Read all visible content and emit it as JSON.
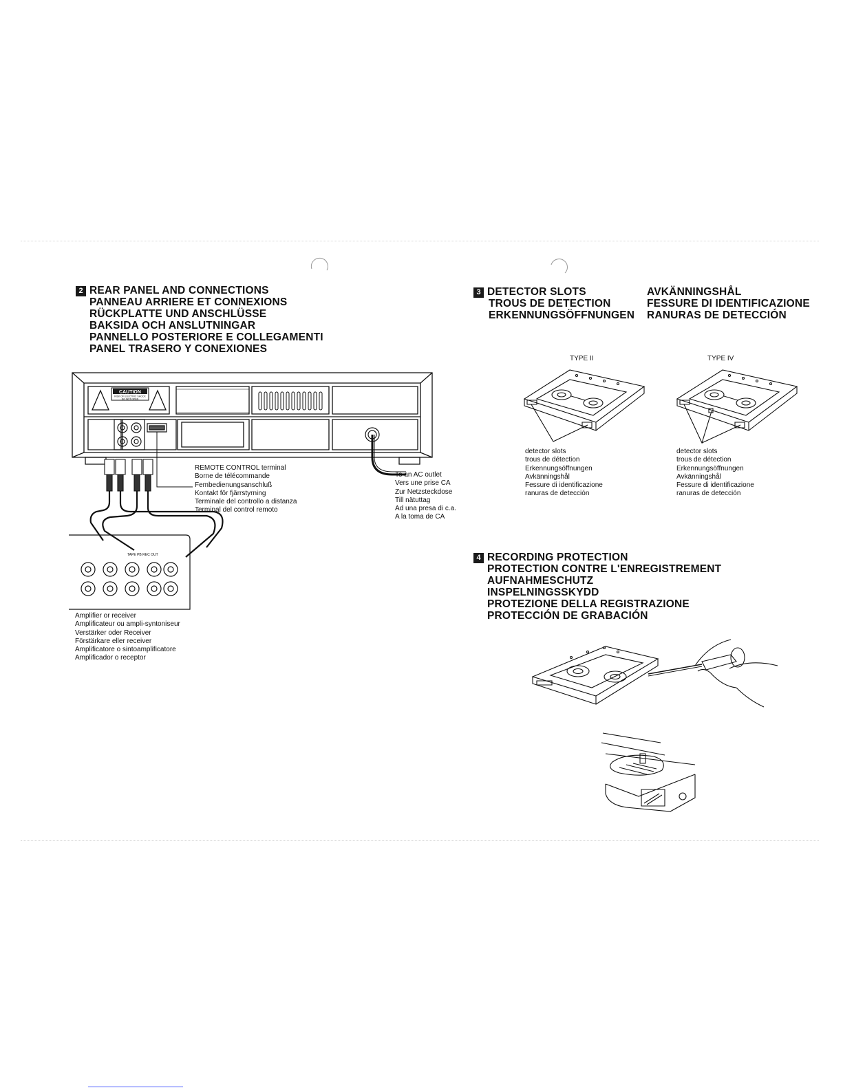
{
  "section2": {
    "number": "2",
    "headings": [
      "REAR PANEL AND CONNECTIONS",
      "PANNEAU ARRIERE ET CONNEXIONS",
      "RÜCKPLATTE UND ANSCHLÜSSE",
      "BAKSIDA OCH ANSLUTNINGAR",
      "PANNELLO POSTERIORE E COLLEGAMENTI",
      "PANEL TRASERO Y CONEXIONES"
    ],
    "remote_label": [
      "REMOTE CONTROL terminal",
      "Borne de télécommande",
      "Fembedienungsanschluß",
      "Kontakt för fjärrstyrning",
      "Terminale del controllo a distanza",
      "Terminal del control remoto"
    ],
    "ac_label": [
      "To an AC outlet",
      "Vers une prise CA",
      "Zur Netzsteckdose",
      "Till nätuttag",
      "Ad una presa di c.a.",
      "A la toma de CA"
    ],
    "amp_label": [
      "Amplifier or receiver",
      "Amplificateur ou ampli-syntoniseur",
      "Verstärker oder Receiver",
      "Förstärkare eller receiver",
      "Amplificatore o sintoamplificatore",
      "Amplificador o receptor"
    ],
    "caution_text": "CAUTION",
    "caution_sub1": "RISK OF ELECTRIC SHOCK",
    "caution_sub2": "DO NOT OPEN",
    "tape_label": "TAPE PB  REC OUT"
  },
  "section3": {
    "number": "3",
    "headings_left": [
      "DETECTOR SLOTS",
      "TROUS DE DETECTION",
      "ERKENNUNGSÖFFNUNGEN"
    ],
    "headings_right": [
      "AVKÄNNINGSHÅL",
      "FESSURE DI IDENTIFICAZIONE",
      "RANURAS DE DETECCIÓN"
    ],
    "type2": "TYPE II",
    "type4": "TYPE IV",
    "slot_label": [
      "detector slots",
      "trous de détection",
      "Erkennungsöffnungen",
      "Avkänningshål",
      "Fessure di identificazione",
      "ranuras de detección"
    ]
  },
  "section4": {
    "number": "4",
    "headings": [
      "RECORDING PROTECTION",
      "PROTECTION CONTRE L'ENREGISTREMENT",
      "AUFNAHMESCHUTZ",
      "INSPELNINGSSKYDD",
      "PROTEZIONE DELLA REGISTRAZIONE",
      "PROTECCIÓN DE GRABACIÓN"
    ]
  }
}
